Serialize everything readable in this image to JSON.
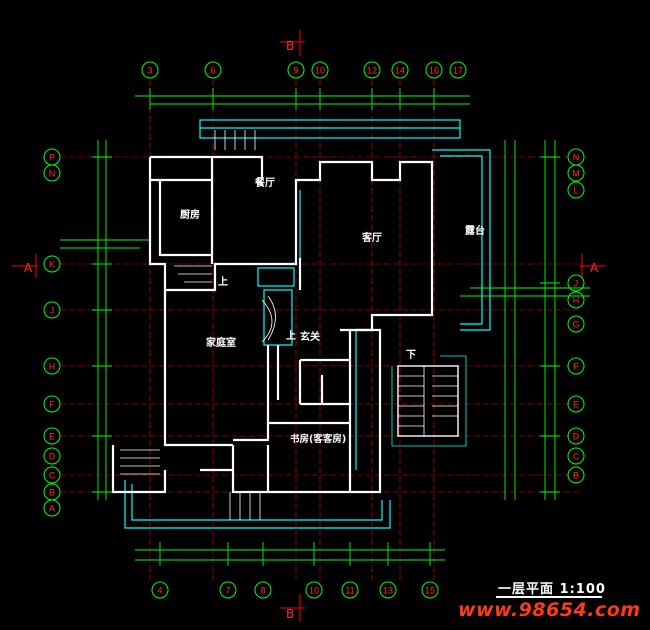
{
  "drawing": {
    "title": "一层平面 1:100",
    "watermark": "www.98654.com",
    "section_labels": {
      "a": "A",
      "b": "B"
    },
    "top_grid": [
      "3",
      "6",
      "9",
      "10",
      "12",
      "14",
      "16",
      "17"
    ],
    "bottom_grid": [
      "4",
      "7",
      "8",
      "10",
      "11",
      "13",
      "15"
    ],
    "left_grid": [
      "P",
      "N",
      "K",
      "J",
      "H",
      "F",
      "E",
      "D",
      "C",
      "B",
      "A"
    ],
    "right_grid": [
      "N",
      "M",
      "L",
      "J",
      "H",
      "G",
      "F",
      "E",
      "D",
      "C",
      "B"
    ],
    "rooms": {
      "kitchen": "厨房",
      "dining": "餐厅",
      "living": "客厅",
      "terrace": "露台",
      "family": "家庭室",
      "foyer": "玄关",
      "study": "书房(客客房)",
      "up1": "上",
      "up2": "上",
      "down": "下"
    },
    "colors": {
      "wall": "#ffffff",
      "dim": "#00ff00",
      "glass": "#00ffff",
      "axis": "#ff0000",
      "text": "#ff2a2a"
    }
  }
}
